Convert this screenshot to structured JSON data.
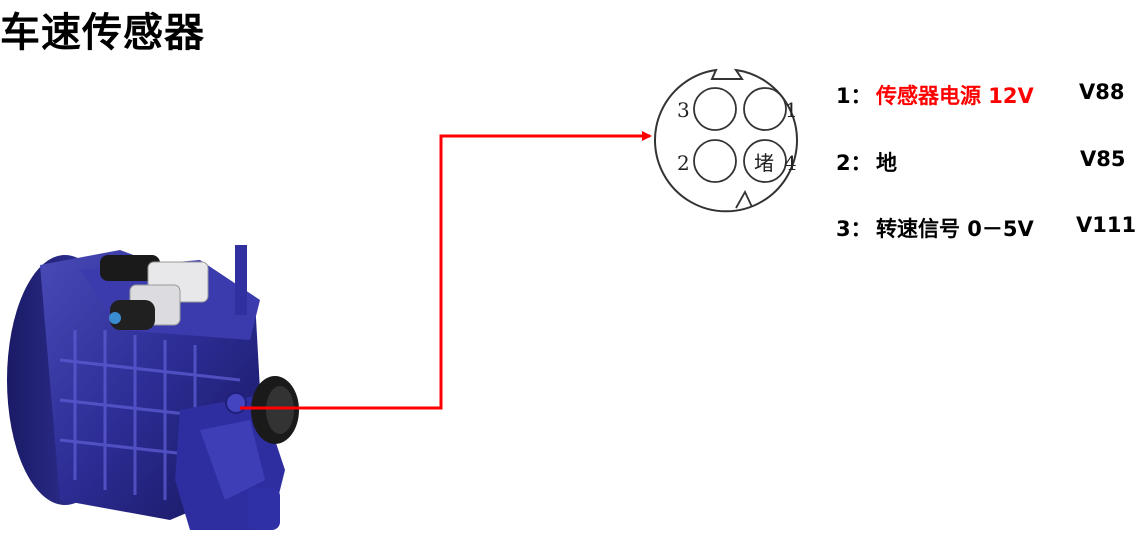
{
  "title": "车速传感器",
  "pins": [
    {
      "number": "1：",
      "description": "传感器电源 12V",
      "code": "V88",
      "color": "#ff0000"
    },
    {
      "number": "2：",
      "description": "地",
      "code": "V85",
      "color": "#000000"
    },
    {
      "number": "3：",
      "description": "转速信号 0－5V",
      "code": "V111",
      "color": "#000000"
    }
  ],
  "connector": {
    "labels": {
      "pin1": "1",
      "pin2": "2",
      "pin3": "3",
      "pin4": "4",
      "plug": "堵"
    }
  },
  "colors": {
    "arrow": "#ff0000",
    "gearbox": "#2a2a8c"
  },
  "image": {
    "subject": "gearbox-with-speed-sensor"
  }
}
